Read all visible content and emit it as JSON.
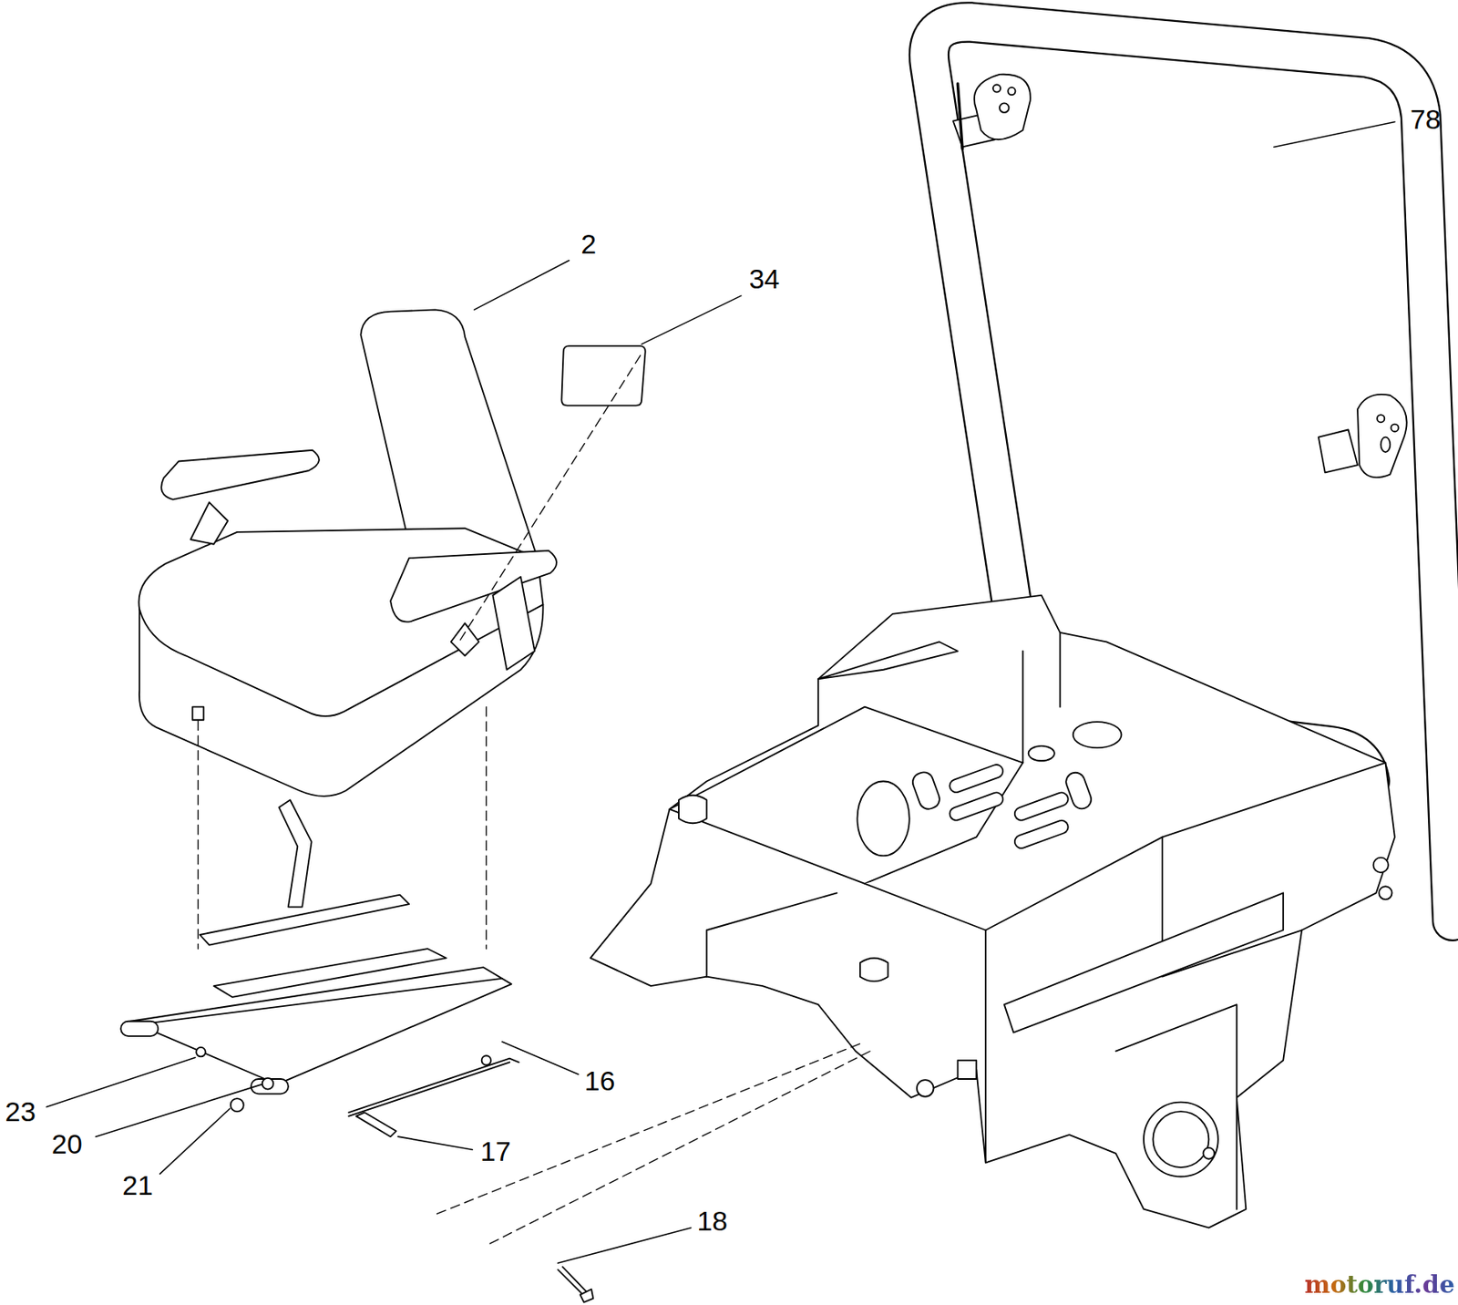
{
  "diagram": {
    "labels": [
      "78",
      "2",
      "34",
      "23",
      "20",
      "16",
      "21",
      "17",
      "18",
      "motoruf.de"
    ]
  }
}
